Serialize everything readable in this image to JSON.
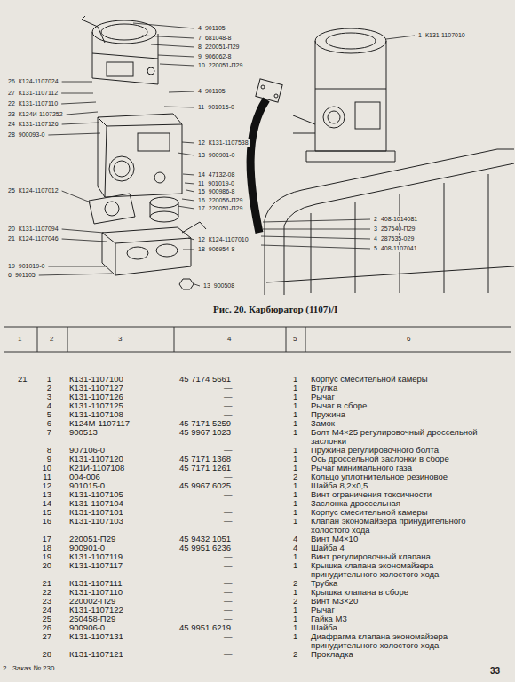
{
  "diagram": {
    "caption": "Рис. 20. Карбюратор (1107)/I",
    "labels": [
      "4",
      "901105",
      "7",
      "681048-8",
      "8",
      "220051-П29",
      "9",
      "906062-8",
      "10",
      "220051-П29",
      "4",
      "901105",
      "11",
      "901015-0",
      "12",
      "К131-1107538",
      "13",
      "900901-0",
      "14",
      "47132-08",
      "11",
      "901019-0",
      "15",
      "900986-8",
      "16",
      "220056-П29",
      "17",
      "220051-П29",
      "12",
      "К124-1107010",
      "18",
      "906954-8",
      "26",
      "К124-1107024",
      "27",
      "К131-1107112",
      "22",
      "К131-1107110",
      "23",
      "К124И-1107252",
      "24",
      "К131-1107126",
      "28",
      "900093-0",
      "25",
      "К124-1107012",
      "20",
      "К131-1107094",
      "21",
      "К124-1107046",
      "19",
      "901019-0",
      "6",
      "901105",
      "13",
      "900508",
      "1",
      "К131-1107010",
      "2",
      "408-1014081",
      "3",
      "257540-П29",
      "4",
      "287535-029",
      "5",
      "408-1107041",
      "1",
      "2",
      "3",
      "4",
      "5",
      "6",
      "21",
      "1",
      "К131-1107100",
      "45 7174 5661",
      "1",
      "Корпус смесительной камеры",
      "2",
      "К131-1107127",
      "—",
      "1",
      "Втулка",
      "3",
      "К131-1107126",
      "—",
      "1",
      "Рычаг",
      "4",
      "К131-1107125",
      "—",
      "1",
      "Рычаг в сборе",
      "5",
      "К131-1107108",
      "—",
      "1",
      "Пружина",
      "6",
      "К124М-1107117",
      "45 7171 5259",
      "1",
      "Замок",
      "7",
      "900513",
      "45 9967 1023",
      "1",
      "Болт М4×25 регулировочный дроссельной заслонки",
      "8",
      "907106-0",
      "—",
      "1",
      "Пружина регулировочного болта",
      "9",
      "К131-1107120",
      "45 7171 1368",
      "1",
      "Ось дроссельной заслонки в сборе",
      "10",
      "К21И-1107108",
      "45 7171 1261",
      "1",
      "Рычаг минимального газа",
      "11",
      "004-006",
      "—",
      "2",
      "Кольцо уплотнительное резиновое",
      "12",
      "901015-0",
      "45 9967 6025",
      "1",
      "Шайба 8,2×0,5",
      "13",
      "К131-1107105",
      "—",
      "1",
      "Винт ограничения токсичности",
      "14",
      "К131-1107104",
      "—",
      "1",
      "Заслонка дроссельная",
      "15",
      "К131-1107101",
      "—",
      "1",
      "Корпус смесительной камеры",
      "16",
      "К131-1107103",
      "—",
      "1",
      "Клапан экономайзера принудительного холостого хода",
      "17",
      "220051-П29",
      "45 9432 1051",
      "4",
      "Винт М4×10",
      "18",
      "900901-0",
      "45 9951 6236",
      "4",
      "Шайба 4",
      "19",
      "К131-1107119",
      "—",
      "1",
      "Винт регулировочный клапана",
      "20",
      "К131-1107117",
      "—",
      "1",
      "Крышка клапана экономайзера принудительного холостого хода",
      "21",
      "К131-1107111",
      "—",
      "2",
      "Трубка",
      "22",
      "К131-1107110",
      "—",
      "1",
      "Крышка клапана в сборе",
      "23",
      "220002-П29",
      "—",
      "2",
      "Винт М3×20",
      "24",
      "К131-1107122",
      "—",
      "1",
      "Рычаг",
      "25",
      "250458-П29",
      "—",
      "1",
      "Гайка М3",
      "26",
      "900906-0",
      "45 9951 6219",
      "1",
      "Шайба",
      "27",
      "К131-1107131",
      "—",
      "1",
      "Диафрагма клапана экономайзера принудительного холостого хода",
      "28",
      "К131-1107121",
      "—",
      "2",
      "Прокладка",
      "2",
      "Заказ № 230",
      "33"
    ]
  }
}
